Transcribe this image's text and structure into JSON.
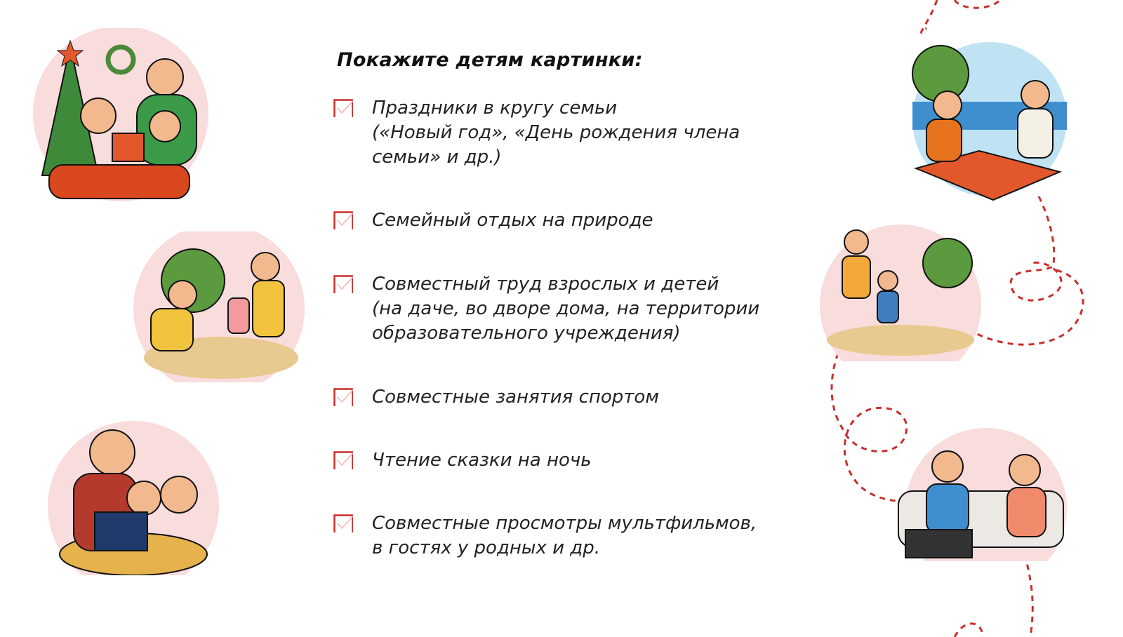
{
  "title": "Покажите детям картинки:",
  "items": [
    {
      "text": "Праздники в кругу семьи\n(«Новый год», «День рождения члена\nсемьи» и др.)"
    },
    {
      "text": "Семейный отдых на природе"
    },
    {
      "text": "Совместный труд взрослых и детей\n(на даче, во дворе дома, на территории\nобразовательного учреждения)"
    },
    {
      "text": "Совместные занятия спортом"
    },
    {
      "text": "Чтение сказки на ночь"
    },
    {
      "text": "Совместные просмотры мультфильмов,\nв гостях у родных и др."
    }
  ],
  "colors": {
    "accent": "#c8302c",
    "circle": "#f9dcdc",
    "check": "#f2b5b5"
  }
}
